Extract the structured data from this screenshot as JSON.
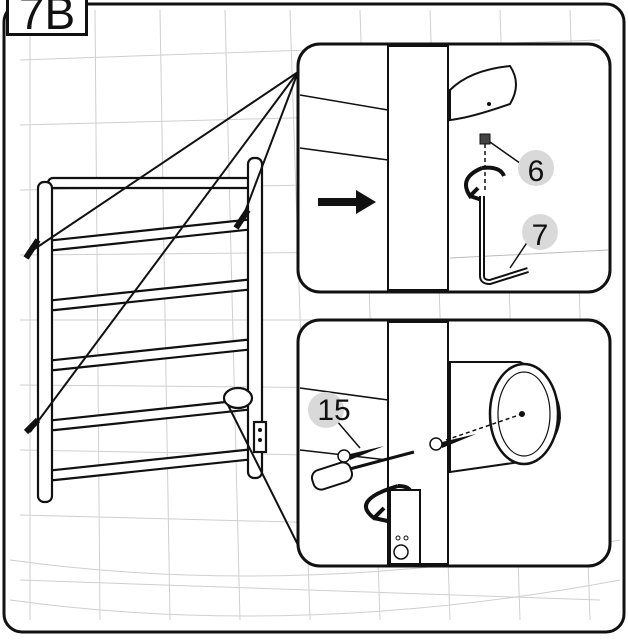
{
  "step": {
    "label": "7B"
  },
  "callouts": [
    {
      "id": "nut",
      "number": "6"
    },
    {
      "id": "hex-key",
      "number": "7"
    },
    {
      "id": "screw",
      "number": "15"
    }
  ],
  "colors": {
    "ink": "#111111",
    "grid": "#cfcfcf",
    "badge": "#d9d9d9",
    "panel": "#ffffff"
  },
  "icons": [
    "arrow-right-icon",
    "rotate-arrow-icon",
    "screwdriver-icon",
    "hex-key-icon",
    "screw-icon",
    "towel-rail"
  ]
}
